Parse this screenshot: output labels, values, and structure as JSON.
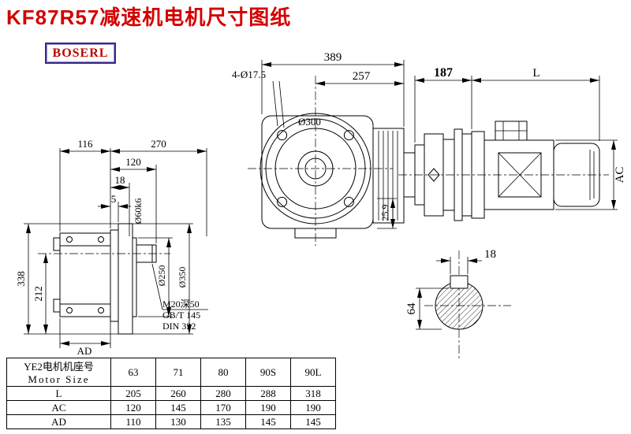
{
  "page": {
    "title": "KF87R57减速机电机尺寸图纸",
    "brand": "BOSERL"
  },
  "front_view": {
    "dim_389": "389",
    "dim_257": "257",
    "dim_holes": "4-Ø17.5",
    "dim_300": "Ø300",
    "dim_25_9": "25.9"
  },
  "side_view": {
    "dim_116": "116",
    "dim_270": "270",
    "dim_120": "120",
    "dim_18": "18",
    "dim_5": "5",
    "dim_60": "Ø60k6",
    "dim_338": "338",
    "dim_212": "212",
    "dim_ad": "AD",
    "dim_250": "Ø250",
    "dim_350": "Ø350",
    "note_m20": "M20深50",
    "note_gb": "GB/T 145",
    "note_din": "DIN 332"
  },
  "motor_view": {
    "dim_187": "187",
    "dim_l": "L",
    "dim_ac": "AC"
  },
  "shaft_section": {
    "dim_18": "18",
    "dim_64": "64"
  },
  "table": {
    "header": {
      "label_cn": "YE2电机机座号",
      "label_en": "Motor Size",
      "sizes": [
        "63",
        "71",
        "80",
        "90S",
        "90L"
      ]
    },
    "rows": [
      {
        "label": "L",
        "values": [
          "205",
          "260",
          "280",
          "288",
          "318"
        ]
      },
      {
        "label": "AC",
        "values": [
          "120",
          "145",
          "170",
          "190",
          "190"
        ]
      },
      {
        "label": "AD",
        "values": [
          "110",
          "130",
          "135",
          "145",
          "145"
        ]
      }
    ]
  }
}
